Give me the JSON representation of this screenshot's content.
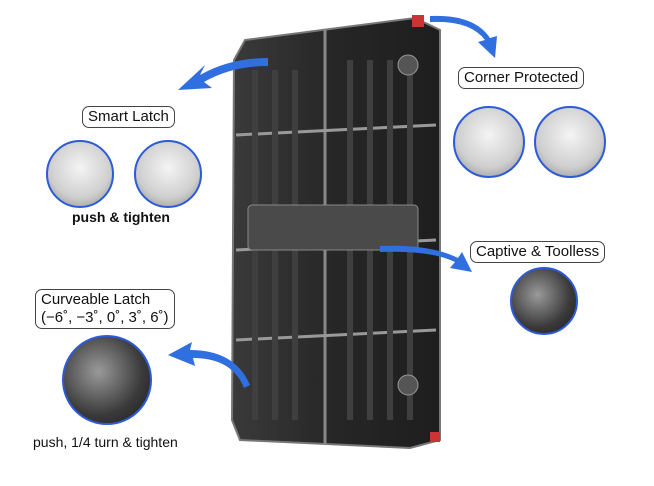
{
  "features": {
    "smart_latch": {
      "title": "Smart Latch",
      "caption": "push & tighten"
    },
    "corner_protected": {
      "title": "Corner Protected"
    },
    "captive_toolless": {
      "title": "Captive & Toolless"
    },
    "curveable_latch": {
      "title_line1": "Curveable Latch",
      "title_line2": "(−6˚, −3˚, 0˚, 3˚, 6˚)",
      "caption": "push, 1/4 turn & tighten"
    }
  },
  "colors": {
    "arrow": "#2f6fe0",
    "circle_border": "#2d5bd8",
    "panel": "#2a2a2a"
  }
}
